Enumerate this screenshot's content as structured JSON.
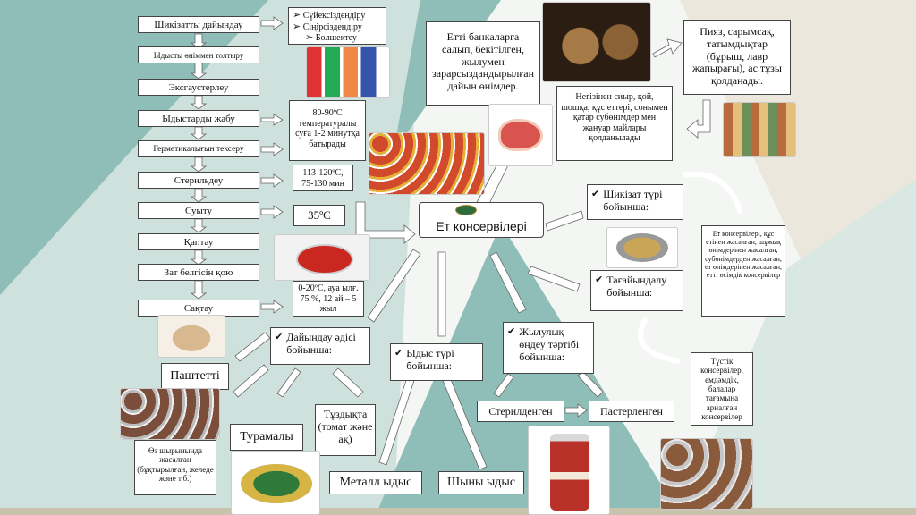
{
  "process_steps": [
    "Шикізатты дайындау",
    "Ыдысты өніммен толтыру",
    "Эксгаустерлеу",
    "Ыдыстарды жабу",
    "Герметикалығын тексеру",
    "Стерильдеу",
    "Суыту",
    "Қаптау",
    "Зат белгісін қою",
    "Сақтау"
  ],
  "prep_list": [
    "Сүйексіздендіру",
    "Сіңірсіздендіру",
    "Бөлшектеу"
  ],
  "sealing_note": "80-90ºС температуралы суға 1-2 минутқа батырады",
  "sterilization_note": "113-120ºС, 75-130 мин",
  "cooling_note": "35ºС",
  "storage_note": "0-20ºС, ауа ылғ. 75 %, 12 ай – 5 жыл",
  "center_title": "Ет консервілері",
  "definition": "Етті банкаларға салып, бекітілген, жылумен зарарсыздандырылған дайын өнімдер.",
  "raw_materials": "Негізінен сиыр, қой, шошқа, құс еттері, сонымен қатар субөнімдер мен жануар майлары қолданылады",
  "additives": "Пияз, сарымсақ, татымдықтар (бұрыш, лавр жапырағы), ас тұзы қолданады.",
  "by_raw": "Шикізат түрі бойынша:",
  "raw_types": "Ет консервілері, құс етінен жасалған, шұжық өнімдерінен жасалған, субөнімдерден жасалған, ет өнімдерінен жасалған, етті өсімдік консервілер",
  "by_purpose": "Тағайындалу бойынша:",
  "purpose_types": "Түстік консервілер, емдәмдік, балалар тағамына арналған консервілер",
  "by_method": "Дайындау әдісі бойынша:",
  "method_types": [
    "Паштетті",
    "Турамалы",
    "Тұздықта (томат және ақ)"
  ],
  "own_juice": "Өз шырынында жасалған (бұқтырылған, желеде және т.б.)",
  "by_container": "Ыдыс түрі бойынша:",
  "container_types": [
    "Металл ыдыс",
    "Шыны ыдыс"
  ],
  "by_heat": "Жылулық өңдеу тәртібі бойынша:",
  "heat_types": [
    "Стерилденген",
    "Пастерленген"
  ],
  "icons": [
    "check-mark-icon",
    "bullet-arrow-icon"
  ],
  "colors": {
    "teal": "#8fbdb8",
    "mint": "#d9e8e3",
    "arrow": "#ffffff",
    "beige": "#e8e3d6"
  }
}
